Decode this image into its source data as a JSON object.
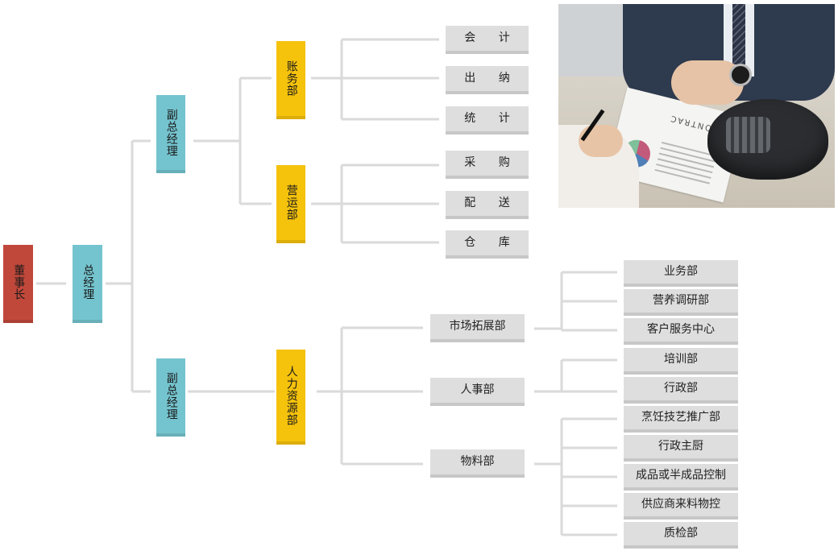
{
  "chairman": "董事长",
  "gm": "总经理",
  "vp1": "副总经理",
  "vp2": "副总经理",
  "finance_dept": "账务部",
  "operations_dept": "营运部",
  "hr_dept": "人力资源部",
  "finance_units": [
    "会 计",
    "出 纳",
    "统 计"
  ],
  "operations_units": [
    "采 购",
    "配 送",
    "仓 库"
  ],
  "hr_branches": [
    "市场拓展部",
    "人事部",
    "物料部"
  ],
  "market_units": [
    "业务部",
    "营养调研部",
    "客户服务中心"
  ],
  "personnel_units": [
    "培训部",
    "行政部"
  ],
  "materials_units": [
    "烹饪技艺推广部",
    "行政主厨",
    "成品或半成品控制",
    "供应商来料物控",
    "质检部"
  ],
  "photo": {
    "paper_text": "CONTRAC"
  }
}
